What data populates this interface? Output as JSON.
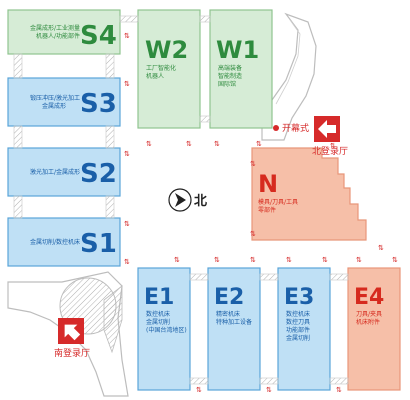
{
  "halls": {
    "S4": {
      "name": "S4",
      "desc": [
        "金属成形/工业测量",
        "机器人/功能部件"
      ]
    },
    "S3": {
      "name": "S3",
      "desc": [
        "锻压冲压/激光加工",
        "金属成形"
      ]
    },
    "S2": {
      "name": "S2",
      "desc": [
        "激光加工/金属成形"
      ]
    },
    "S1": {
      "name": "S1",
      "desc": [
        "金属切削/数控机床"
      ]
    },
    "W2": {
      "name": "W2",
      "desc": [
        "工厂智能化",
        "机器人"
      ]
    },
    "W1": {
      "name": "W1",
      "desc": [
        "高端装备",
        "智能制造",
        "国际馆"
      ]
    },
    "N": {
      "name": "N",
      "desc": [
        "模具/刀具/工具",
        "零部件"
      ]
    },
    "E1": {
      "name": "E1",
      "desc": [
        "数控机床",
        "金属切削",
        "(中国台湾地区)"
      ]
    },
    "E2": {
      "name": "E2",
      "desc": [
        "精密机床",
        "特种加工设备"
      ]
    },
    "E3": {
      "name": "E3",
      "desc": [
        "数控机床",
        "数控刀具",
        "功能部件",
        "金属切削"
      ]
    },
    "E4": {
      "name": "E4",
      "desc": [
        "刀具/夹具",
        "机床附件"
      ]
    }
  },
  "labels": {
    "opening": "开幕式",
    "north_hall": "北登录厅",
    "south_hall": "南登录厅",
    "compass": "北"
  },
  "colors": {
    "blue_fill": "#bfe0f5",
    "blue_stroke": "#5aa5d8",
    "blue_text": "#1a5fa8",
    "green_fill": "#d6ecd6",
    "green_stroke": "#8fc48f",
    "green_text": "#2e8b3e",
    "salmon_fill": "#f6bfa8",
    "salmon_text": "#d62a1e",
    "red": "#d62a2a"
  },
  "icons": [
    "arrow-up-icon",
    "compass-icon",
    "red-arrow-icon",
    "opening-dot-icon"
  ]
}
